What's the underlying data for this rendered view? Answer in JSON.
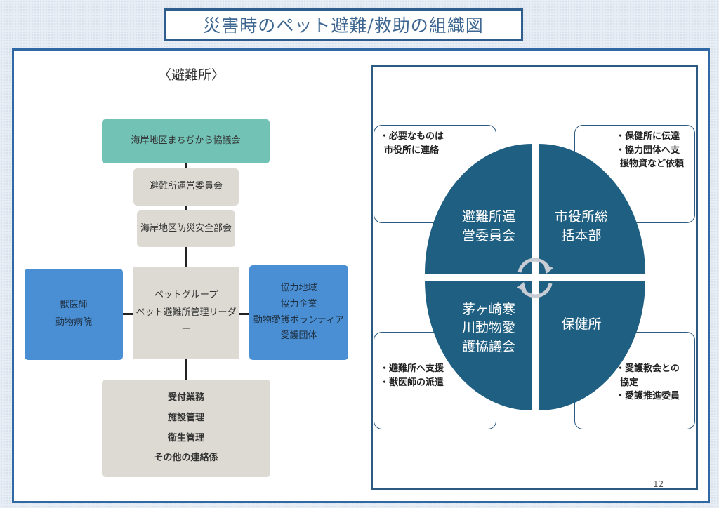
{
  "title": "災害時のペット避難/救助の組織図",
  "left": {
    "heading": "〈避難所〉",
    "council": "海岸地区まちぢから協議会",
    "committee": "避難所運営委員会",
    "safety": "海岸地区防災安全部会",
    "pet_group": [
      "ペットグループ",
      "ペット避難所管理リーダー"
    ],
    "vets": [
      "獣医師",
      "動物病院"
    ],
    "partners": [
      "協力地域",
      "協力企業",
      "動物愛護ボランティア",
      "愛護団体"
    ],
    "duties": [
      "受付業務",
      "施設管理",
      "衛生管理",
      "その他の連絡係"
    ]
  },
  "right": {
    "quadrants": {
      "top_left": "避難所運\n営委員会",
      "top_right": "市役所総\n括本部",
      "bottom_left": "茅ヶ崎寒\n川動物愛\n護協議会",
      "bottom_right": "保健所"
    },
    "notes": {
      "top_left": [
        "・必要なものは",
        "市役所に連絡"
      ],
      "top_right": [
        "・保健所に伝達",
        "・協力団体へ支",
        "援物資など依頼"
      ],
      "bottom_left": [
        "・避難所へ支援",
        "・獣医師の派遣"
      ],
      "bottom_right": [
        "・愛護教会との",
        "協定",
        "・愛護推進委員"
      ]
    }
  },
  "page_number": "12"
}
